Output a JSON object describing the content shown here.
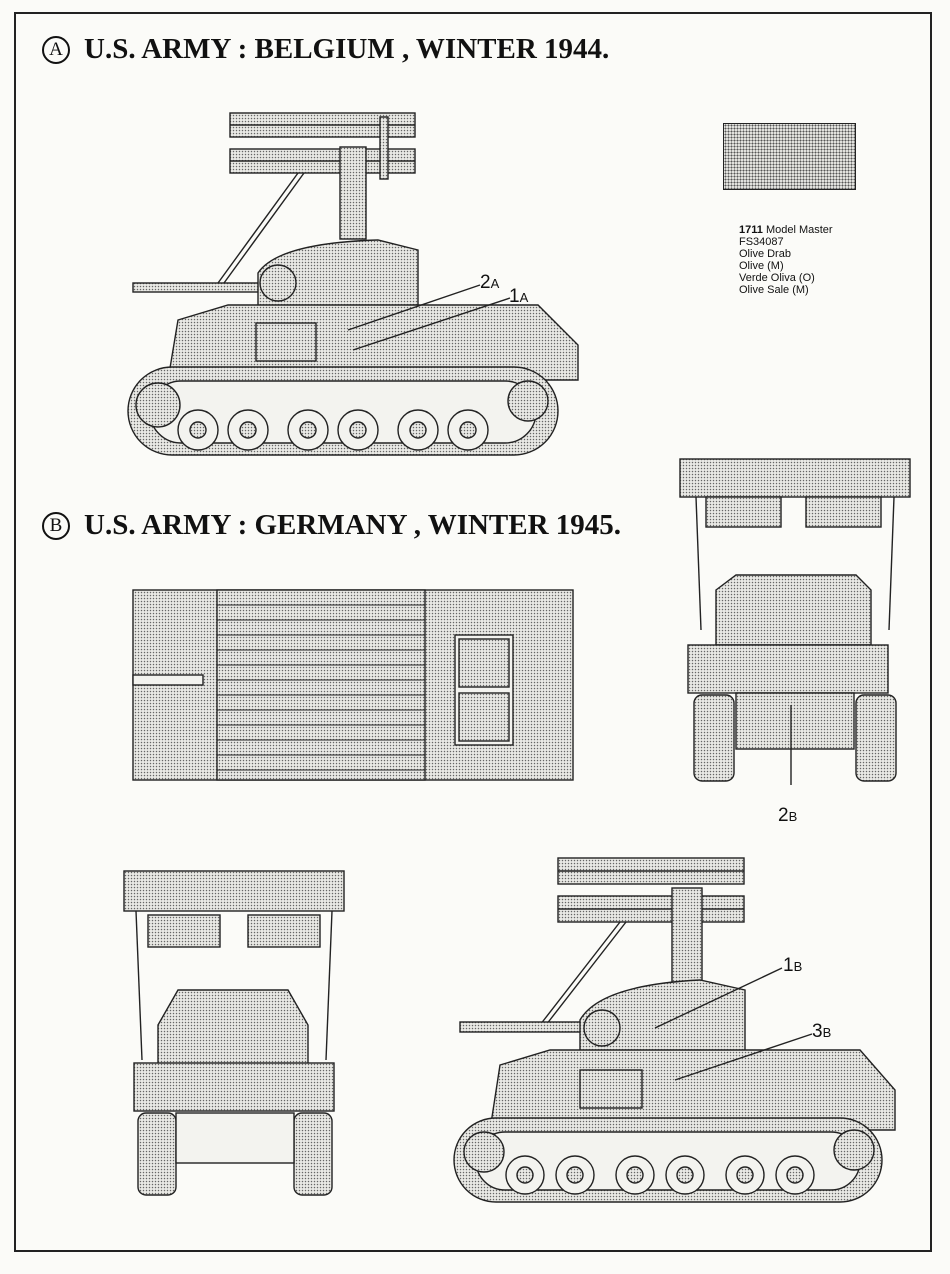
{
  "sections": {
    "a": {
      "marker": "A",
      "title": "U.S. ARMY : BELGIUM , WINTER 1944."
    },
    "b": {
      "marker": "B",
      "title": "U.S. ARMY : GERMANY , WINTER 1945."
    }
  },
  "paint_reference": {
    "code": "1711",
    "brand": "Model Master",
    "fs_number": "FS34087",
    "names": [
      "Olive Drab",
      "Olive (M)",
      "Verde Oliva (O)",
      "Olive Sale (M)"
    ]
  },
  "callouts": {
    "a_2": {
      "num": "2",
      "sub": "A"
    },
    "a_1": {
      "num": "1",
      "sub": "A"
    },
    "b_2": {
      "num": "2",
      "sub": "B"
    },
    "b_1": {
      "num": "1",
      "sub": "B"
    },
    "b_3": {
      "num": "3",
      "sub": "B"
    }
  }
}
